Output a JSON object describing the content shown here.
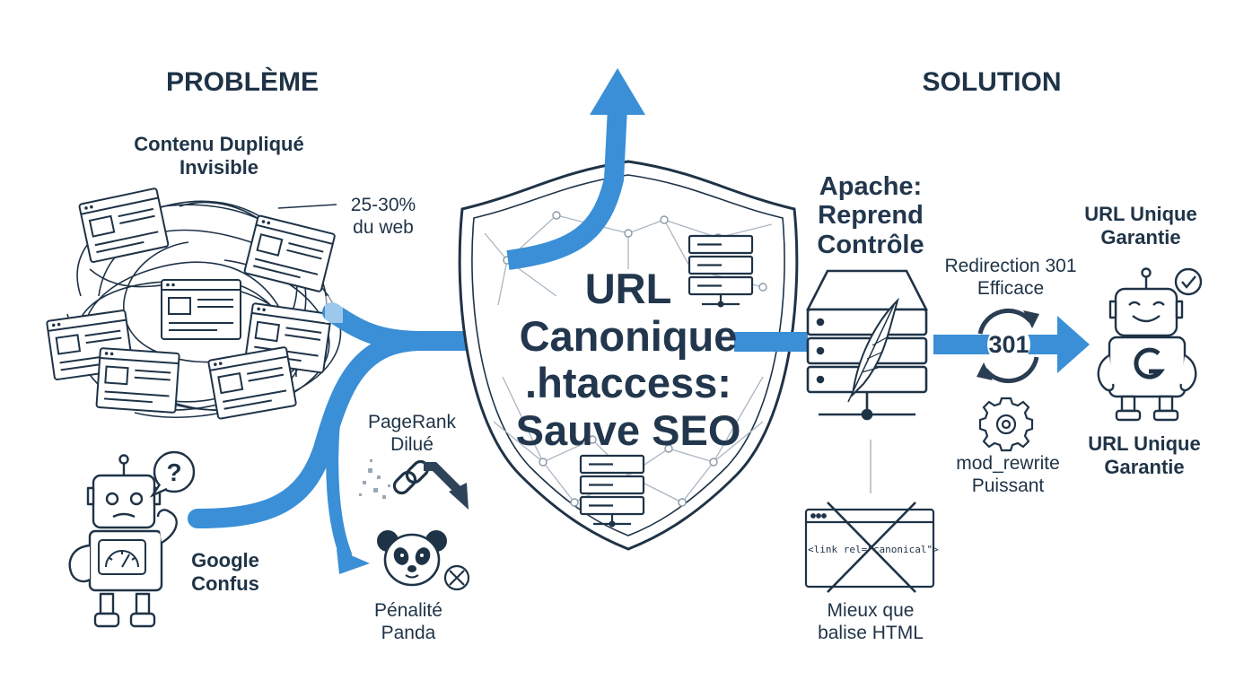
{
  "problem": {
    "header": "PROBLÈME",
    "duplicate_title": [
      "Contenu Dupliqué",
      "Invisible"
    ],
    "stat": [
      "25-30%",
      "du web"
    ],
    "google_label": [
      "Google",
      "Confus"
    ],
    "pagerank_label": [
      "PageRank",
      "Dilué"
    ],
    "panda_label": [
      "Pénalité",
      "Panda"
    ],
    "question_mark": "?"
  },
  "center": {
    "title": [
      "URL",
      "Canonique",
      ".htaccess:",
      "Sauve SEO"
    ]
  },
  "solution": {
    "header": "SOLUTION",
    "apache_title": [
      "Apache:",
      "Reprend",
      "Contrôle"
    ],
    "redirect_label": [
      "Redirection 301",
      "Efficace"
    ],
    "redirect_code": "301",
    "mod_rewrite_label": [
      "mod_rewrite",
      "Puissant"
    ],
    "html_tag": "<link rel=\"canonical\">",
    "html_label": [
      "Mieux que",
      "balise HTML"
    ],
    "url_unique_top": [
      "URL Unique",
      "Garantie"
    ],
    "url_unique_bottom": [
      "URL Unique",
      "Garantie"
    ]
  },
  "colors": {
    "ink": "#1f3347",
    "accent_blue": "#3a8fd6",
    "light_blue": "#8fc1ea",
    "network_gray": "#aab6c2"
  },
  "icons": [
    "web-page-icon",
    "robot-icon",
    "speedometer-icon",
    "question-bubble-icon",
    "broken-chain-icon",
    "down-arrow-icon",
    "panda-icon",
    "forbidden-icon",
    "shield-icon",
    "server-icon",
    "feather-icon",
    "refresh-cycle-icon",
    "gear-icon",
    "crossed-out-icon",
    "google-robot-icon",
    "checkmark-icon"
  ]
}
